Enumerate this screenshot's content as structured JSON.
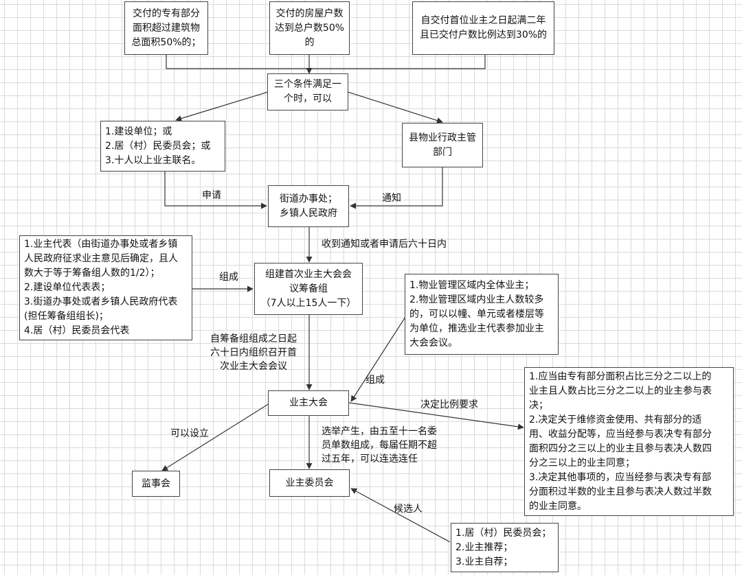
{
  "nodes": {
    "cond1": [
      "交付的专有部分",
      "面积超过建筑物",
      "总面积50%的；"
    ],
    "cond2": [
      "交付的房屋户数",
      "达到总户数50%",
      "的"
    ],
    "cond3": [
      "自交付首位业主之日起满二年",
      "且已交付户数比例达到30%的"
    ],
    "three_conditions": [
      "三个条件满足一",
      "个时，可以"
    ],
    "applicants": [
      "1.建设单位；或",
      "2.居（村）民委员会；或",
      "3.十人以上业主联名。"
    ],
    "county_dept": [
      "县物业行政主管",
      "部门"
    ],
    "street_office": [
      "街道办事处；",
      "乡镇人民政府"
    ],
    "prep_members": [
      "1.业主代表（由街道办事处或者乡镇",
      "人民政府征求业主意见后确定，且人",
      "数大于等于筹备组人数的1/2）；",
      "2.建设单位代表表；",
      "3.街道办事处或者乡镇人民政府代表",
      "(担任筹备组组长)；",
      "4.居（村）民委员会代表"
    ],
    "prep_group": [
      "组建首次业主大会会",
      "议筹备组",
      "（7人以上15人一下）"
    ],
    "assembly_composition": [
      "1.物业管理区域内全体业主；",
      "2.物业管理区域内业主人数较多",
      "的，可以以幢、单元或者楼层等",
      "为单位，推选业主代表参加业主",
      "大会会议。"
    ],
    "owners_assembly": [
      "业主大会"
    ],
    "voting_rules": [
      "1.应当由专有部分面积占比三分之二以上的",
      "业主且人数占比三分之二以上的业主参与表",
      "决；",
      "2.决定关于维修资金使用、共有部分的适",
      "用、收益分配等，应当经参与表决专有部分",
      "面积四分之三以上的业主且参与表决人数四",
      "分之三以上的业主同意；",
      "3.决定其他事项的，应当经参与表决专有部",
      "分面积过半数的业主且参与表决人数过半数",
      "的业主同意。"
    ],
    "supervisory_board": [
      "监事会"
    ],
    "owners_committee": [
      "业主委员会"
    ],
    "candidates": [
      "1.居（村）民委员会；",
      "2.业主推荐；",
      "3.业主自荐；"
    ]
  },
  "labels": {
    "apply": [
      "申请"
    ],
    "notify": [
      "通知"
    ],
    "within_60_days": [
      "收到通知或者申请后六十日内"
    ],
    "compose_1": [
      "组成"
    ],
    "within_60_days_meeting": [
      "自筹备组组成之日起",
      "六十日内组织召开首",
      "次业主大会会议"
    ],
    "compose_2": [
      "组成"
    ],
    "ratio_requirement": [
      "决定比例要求"
    ],
    "may_establish": [
      "可以设立"
    ],
    "election": [
      "选举产生，由五至十一名委",
      "员单数组成，每届任期不超",
      "过五年，可以连选连任"
    ],
    "candidate": [
      "候选人"
    ]
  }
}
